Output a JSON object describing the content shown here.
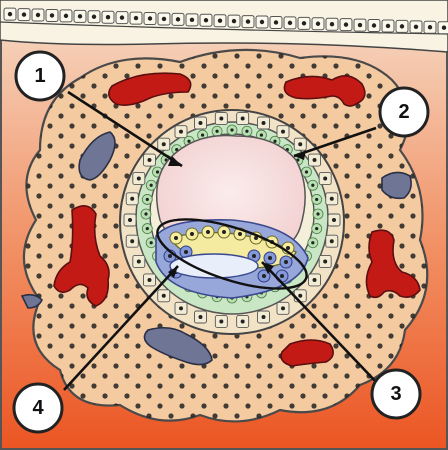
{
  "labels": [
    {
      "id": "1",
      "text": "1"
    },
    {
      "id": "2",
      "text": "2"
    },
    {
      "id": "3",
      "text": "3"
    },
    {
      "id": "4",
      "text": "4"
    }
  ],
  "colors": {
    "background_top": "#f4d2b8",
    "background_bottom": "#ee5b2a",
    "epithelium": "#f7f2de",
    "stroma": "#f4caa1",
    "theca": "#c9e7c4",
    "antrum": "#f7dddb",
    "cumulus_yellow": "#f4eba1",
    "cumulus_blue": "#98a7d9",
    "oocyte_blue": "#6d7fcf",
    "vessel_red": "#c31915",
    "slate_blue": "#6d7494",
    "dot": "#222222"
  },
  "icons": [
    "arrow-pointer",
    "numbered-callout-circle"
  ]
}
